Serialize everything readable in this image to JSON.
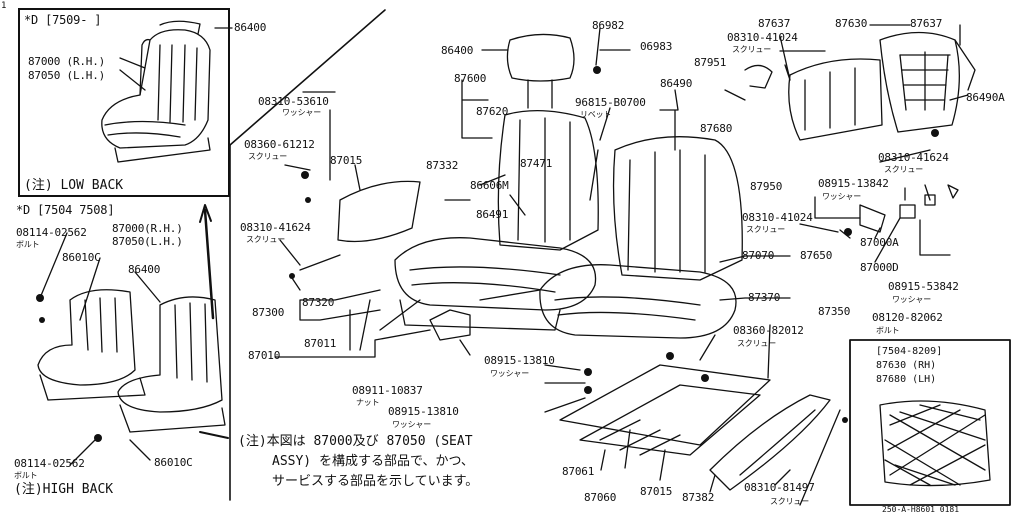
{
  "page_marker": "1",
  "top_left_box": {
    "variant": "*D [7509-    ]",
    "part_headrest": "86400",
    "part_rh": "87000 (R.H.)",
    "part_lh": "87050 (L.H.)",
    "caption": "(注) LOW BACK"
  },
  "bottom_left": {
    "variant": "*D [7504  7508]",
    "bolt_top": "08114-02562",
    "bolt_top_sub": "ボルト",
    "part_rh": "87000(R.H.)",
    "part_lh": "87050(L.H.)",
    "cover_top": "86010C",
    "headrest": "86400",
    "bolt_bottom": "08114-02562",
    "bolt_bottom_sub": "ボルト",
    "cover_bottom": "86010C",
    "caption": "(注)HIGH BACK"
  },
  "center_labels": {
    "p86400": "86400",
    "p87600": "87600",
    "p87620": "87620",
    "p08310_53610": "08310-53610",
    "p08310_53610_sub": "ワッシャー",
    "p08360_61212": "08360-61212",
    "p08360_61212_sub": "スクリュー",
    "p87015_top": "87015",
    "p87332": "87332",
    "p86982": "86982",
    "p06983": "06983",
    "p96815": "96815-B0700",
    "p96815_sub": "リベット",
    "p86490": "86490",
    "p87471": "87471",
    "p86606": "86606M",
    "p86491": "86491",
    "p08310_41624_l": "08310-41624",
    "p08310_41624_l_sub": "スクリュー",
    "p87320": "87320",
    "p87300": "87300",
    "p87011": "87011",
    "p87010": "87010",
    "p87070": "87070",
    "p87650": "87650",
    "p87370": "87370",
    "p87350": "87350",
    "p08360_82012": "08360-82012",
    "p08360_82012_sub": "スクリュー",
    "p08915_13810_a": "08915-13810",
    "p08915_13810_a_sub": "ワッシャー",
    "p08911_10837": "08911-10837",
    "p08911_10837_sub": "ナット",
    "p08915_13810_b": "08915-13810",
    "p08915_13810_b_sub": "ワッシャー",
    "p87061": "87061",
    "p87060": "87060",
    "p87015_bot": "87015",
    "p87382": "87382",
    "p08310_81497": "08310-81497",
    "p08310_81497_sub": "スクリュー"
  },
  "right_labels": {
    "p87637_a": "87637",
    "p87630": "87630",
    "p87637_b": "87637",
    "p08310_41024_a": "08310-41024",
    "p08310_41024_a_sub": "スクリュー",
    "p87951": "87951",
    "p86490A": "86490A",
    "p87680": "87680",
    "p08310_41624_r": "08310-41624",
    "p08310_41624_r_sub": "スクリュー",
    "p87950": "87950",
    "p08915_13842_a": "08915-13842",
    "p08915_13842_a_sub": "ワッシャー",
    "p08310_41024_b": "08310-41024",
    "p08310_41024_b_sub": "スクリュー",
    "p87000A": "87000A",
    "p87000D": "87000D",
    "p08915_53842": "08915-53842",
    "p08915_53842_sub": "ワッシャー",
    "p08120_82062": "08120-82062",
    "p08120_82062_sub": "ボルト"
  },
  "inset_br": {
    "variant": "[7504-8209]",
    "part_rh": "87630 (RH)",
    "part_lh": "87680 (LH)"
  },
  "note": {
    "line1": "(注)本図は 87000及び 87050 (SEAT",
    "line2": "ASSY) を構成する部品で、かつ、",
    "line3": "サービスする部品を示しています。"
  },
  "ref_code": "250-A-H8601 0181"
}
